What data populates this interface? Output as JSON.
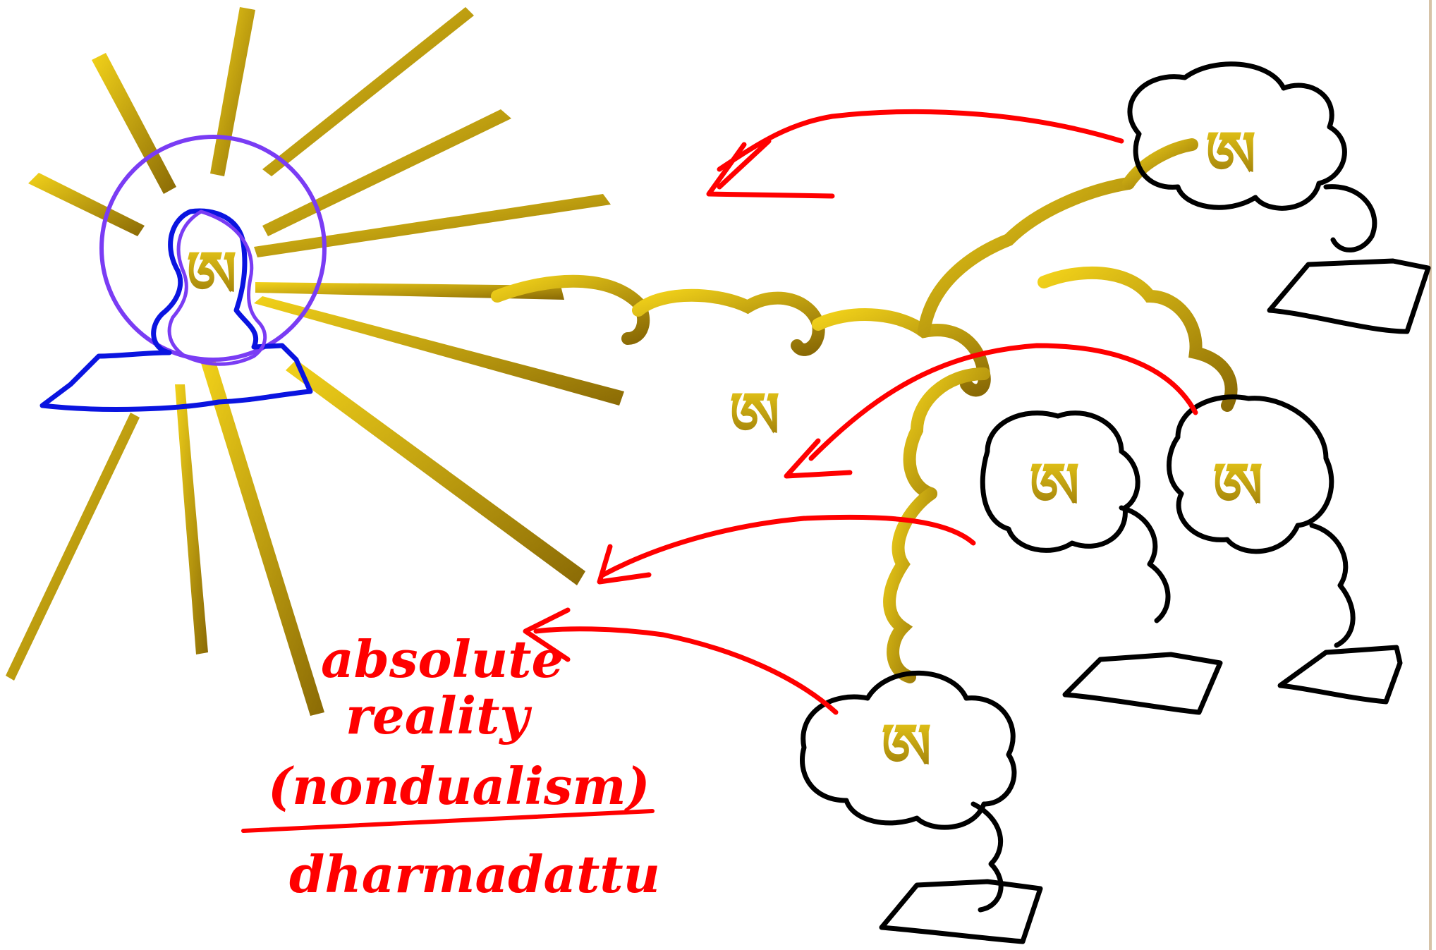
{
  "colors": {
    "gold_light": "#f2d21a",
    "gold_dark": "#8a6a05",
    "red": "#ff0000",
    "blue": "#0a14e0",
    "violet": "#7a3cf4",
    "black": "#000000",
    "border": "#d6c3a8"
  },
  "glyphs": {
    "main_figure": "ཨ",
    "top_cloud": "ཨ",
    "middle_cloud": "ཨ",
    "right_cloud": "ཨ",
    "left_cloud": "ཨ",
    "bottom_cloud": "ཨ"
  },
  "caption": {
    "line1": "absolute",
    "line2": "reality",
    "line3": "(nondualism)",
    "line4": "dharmadattu"
  }
}
